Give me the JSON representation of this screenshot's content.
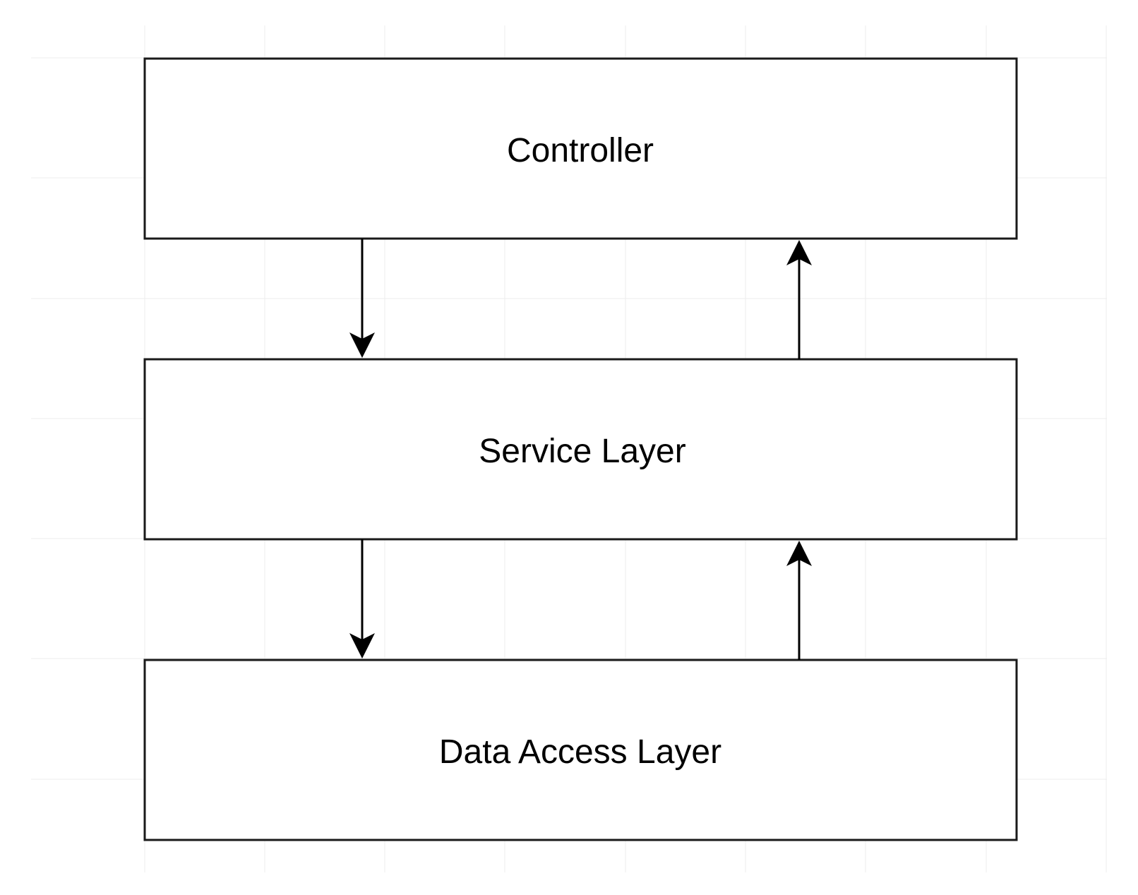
{
  "diagram": {
    "layers": [
      {
        "id": "controller",
        "label": "Controller"
      },
      {
        "id": "service",
        "label": "Service Layer"
      },
      {
        "id": "data-access",
        "label": "Data Access Layer"
      }
    ],
    "connections": [
      {
        "from": "controller",
        "to": "service",
        "direction": "down"
      },
      {
        "from": "service",
        "to": "controller",
        "direction": "up"
      },
      {
        "from": "service",
        "to": "data-access",
        "direction": "down"
      },
      {
        "from": "data-access",
        "to": "service",
        "direction": "up"
      }
    ],
    "colors": {
      "background": "#ffffff",
      "grid": "#ececec",
      "border": "#1a1a1a",
      "text": "#000000",
      "arrow": "#000000"
    }
  }
}
